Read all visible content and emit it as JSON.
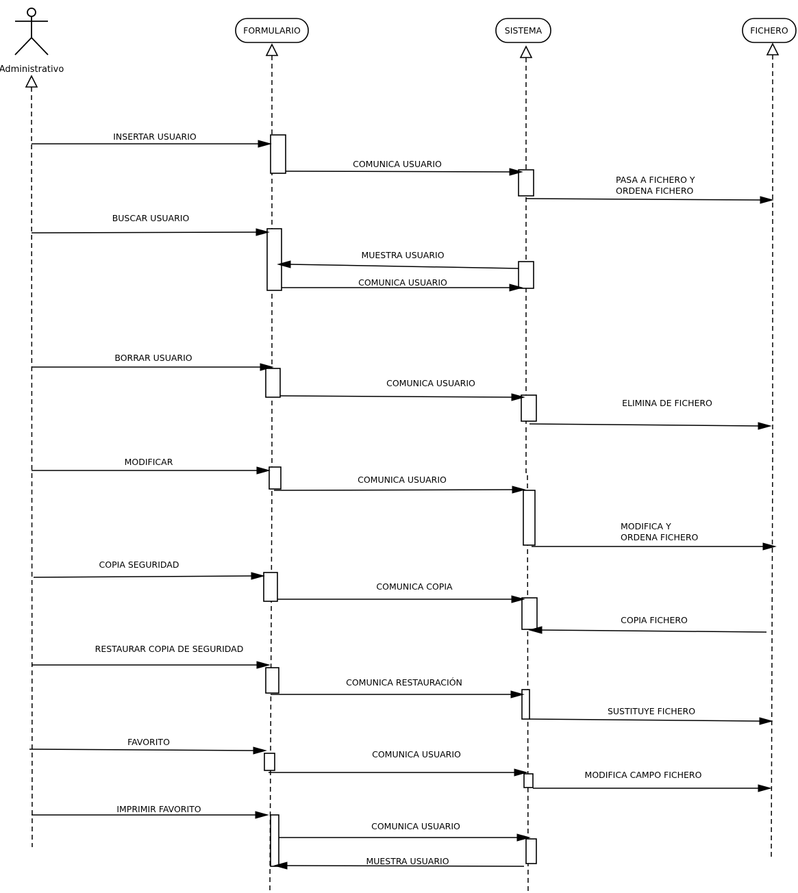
{
  "actor": {
    "name": "Administrativo"
  },
  "objects": [
    {
      "name": "FORMULARIO"
    },
    {
      "name": "SISTEMA"
    },
    {
      "name": "FICHERO"
    }
  ],
  "messages": [
    {
      "label": "INSERTAR USUARIO",
      "from": "Administrativo",
      "to": "FORMULARIO"
    },
    {
      "label": "COMUNICA USUARIO",
      "from": "FORMULARIO",
      "to": "SISTEMA"
    },
    {
      "label": "PASA A FICHERO Y\nORDENA FICHERO",
      "from": "SISTEMA",
      "to": "FICHERO"
    },
    {
      "label": "BUSCAR USUARIO",
      "from": "Administrativo",
      "to": "FORMULARIO"
    },
    {
      "label": "MUESTRA USUARIO",
      "from": "SISTEMA",
      "to": "FORMULARIO"
    },
    {
      "label": "COMUNICA USUARIO",
      "from": "FORMULARIO",
      "to": "SISTEMA"
    },
    {
      "label": "BORRAR USUARIO",
      "from": "Administrativo",
      "to": "FORMULARIO"
    },
    {
      "label": "COMUNICA USUARIO",
      "from": "FORMULARIO",
      "to": "SISTEMA"
    },
    {
      "label": "ELIMINA DE FICHERO",
      "from": "SISTEMA",
      "to": "FICHERO"
    },
    {
      "label": "MODIFICAR",
      "from": "Administrativo",
      "to": "FORMULARIO"
    },
    {
      "label": "COMUNICA USUARIO",
      "from": "FORMULARIO",
      "to": "SISTEMA"
    },
    {
      "label": "MODIFICA Y\nORDENA FICHERO",
      "from": "SISTEMA",
      "to": "FICHERO"
    },
    {
      "label": "COPIA SEGURIDAD",
      "from": "Administrativo",
      "to": "FORMULARIO"
    },
    {
      "label": "COMUNICA COPIA",
      "from": "FORMULARIO",
      "to": "SISTEMA"
    },
    {
      "label": "COPIA FICHERO",
      "from": "FICHERO",
      "to": "SISTEMA"
    },
    {
      "label": "RESTAURAR COPIA DE SEGURIDAD",
      "from": "Administrativo",
      "to": "FORMULARIO"
    },
    {
      "label": "COMUNICA RESTAURACIÓN",
      "from": "FORMULARIO",
      "to": "SISTEMA"
    },
    {
      "label": "SUSTITUYE FICHERO",
      "from": "SISTEMA",
      "to": "FICHERO"
    },
    {
      "label": "FAVORITO",
      "from": "Administrativo",
      "to": "FORMULARIO"
    },
    {
      "label": "COMUNICA USUARIO",
      "from": "FORMULARIO",
      "to": "SISTEMA"
    },
    {
      "label": "MODIFICA CAMPO FICHERO",
      "from": "SISTEMA",
      "to": "FICHERO"
    },
    {
      "label": "IMPRIMIR FAVORITO",
      "from": "Administrativo",
      "to": "FORMULARIO"
    },
    {
      "label": "COMUNICA USUARIO",
      "from": "FORMULARIO",
      "to": "SISTEMA"
    },
    {
      "label": "MUESTRA USUARIO",
      "from": "SISTEMA",
      "to": "FORMULARIO"
    }
  ]
}
